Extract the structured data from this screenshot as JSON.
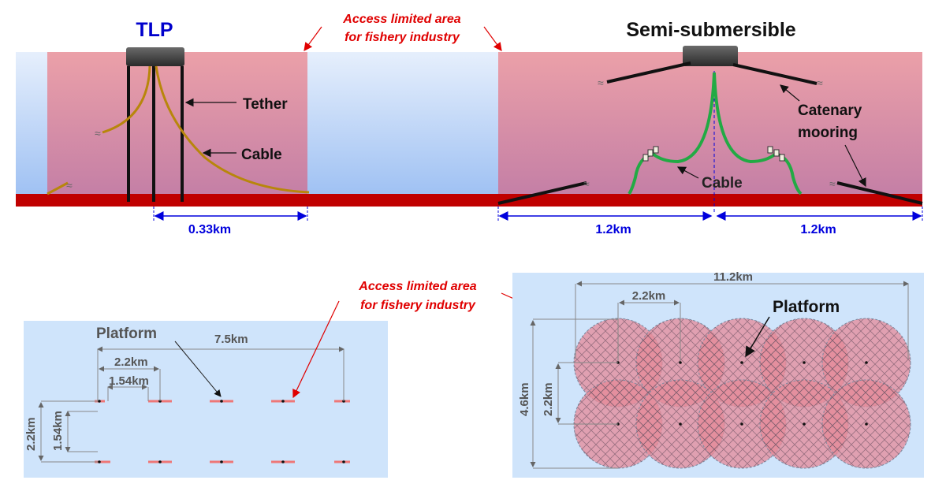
{
  "top": {
    "tlp_title": "TLP",
    "semi_title": "Semi-submersible",
    "access_label_line1": "Access limited area",
    "access_label_line2": "for fishery industry",
    "tether_label": "Tether",
    "cable_label_tlp": "Cable",
    "cable_label_semi": "Cable",
    "catenary_line1": "Catenary",
    "catenary_line2": "mooring",
    "dim_tlp": "0.33km",
    "dim_semi_left": "1.2km",
    "dim_semi_right": "1.2km"
  },
  "bottom_left": {
    "platform_label": "Platform",
    "dim_total": "7.5km",
    "dim_spacing": "2.2km",
    "dim_zone": "1.54km",
    "dim_vertical_spacing": "2.2km",
    "dim_vertical_zone": "1.54km"
  },
  "bottom_center": {
    "access_label_line1": "Access limited area",
    "access_label_line2": "for fishery industry"
  },
  "bottom_right": {
    "platform_label": "Platform",
    "dim_total": "11.2km",
    "dim_spacing": "2.2km",
    "dim_height": "4.6km",
    "dim_vertical_spacing": "2.2km"
  },
  "colors": {
    "seabed": "#c00000",
    "restricted_zone": "#e89aa8",
    "open_water": "#cfe4fb",
    "dimension_blue": "#0000dd",
    "annotation_red": "#e00000",
    "cable_tlp": "#b8860b",
    "cable_semi": "#22aa44"
  }
}
